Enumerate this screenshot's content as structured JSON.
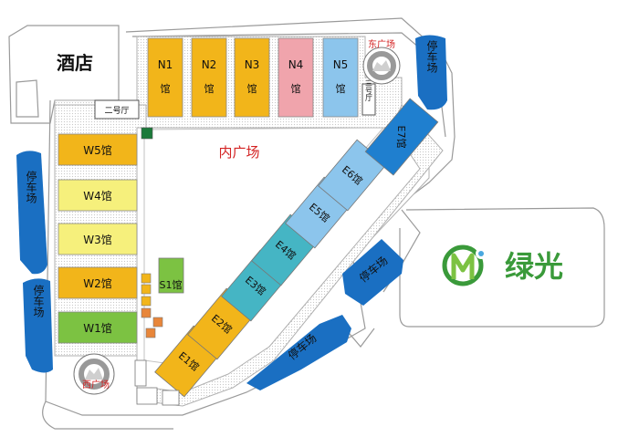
{
  "hotel": "酒店",
  "inner_plaza": "内广场",
  "east_plaza": "东广场",
  "west_plaza": "西广场",
  "hall2": "二号厅",
  "hall3": "三号厅",
  "parking": "停车场",
  "brand": {
    "text": "绿光",
    "color": "#3a9a3a"
  },
  "colors": {
    "orange": "#f2b51a",
    "pink": "#f0a4ac",
    "lightblue": "#8cc5ec",
    "blue": "#1f7fcf",
    "paleyellow": "#f6f07c",
    "green": "#7cc242",
    "teal": "#45b5c4",
    "darkblue": "#1a5aa8"
  },
  "north_halls": [
    {
      "code": "N1",
      "suffix": "馆",
      "color": "orange"
    },
    {
      "code": "N2",
      "suffix": "馆",
      "color": "orange"
    },
    {
      "code": "N3",
      "suffix": "馆",
      "color": "orange"
    },
    {
      "code": "N4",
      "suffix": "馆",
      "color": "pink"
    },
    {
      "code": "N5",
      "suffix": "馆",
      "color": "lightblue"
    }
  ],
  "west_halls": [
    {
      "label": "W5馆",
      "color": "orange"
    },
    {
      "label": "W4馆",
      "color": "paleyellow"
    },
    {
      "label": "W3馆",
      "color": "paleyellow"
    },
    {
      "label": "W2馆",
      "color": "orange"
    },
    {
      "label": "W1馆",
      "color": "green"
    }
  ],
  "south_hall": {
    "label": "S1馆",
    "color": "green"
  },
  "east_halls": [
    {
      "label": "E1馆",
      "color": "orange"
    },
    {
      "label": "E2馆",
      "color": "orange"
    },
    {
      "label": "E3馆",
      "color": "teal"
    },
    {
      "label": "E4馆",
      "color": "teal"
    },
    {
      "label": "E5馆",
      "color": "lightblue"
    },
    {
      "label": "E6馆",
      "color": "lightblue"
    },
    {
      "label": "E7馆",
      "color": "blue"
    }
  ]
}
